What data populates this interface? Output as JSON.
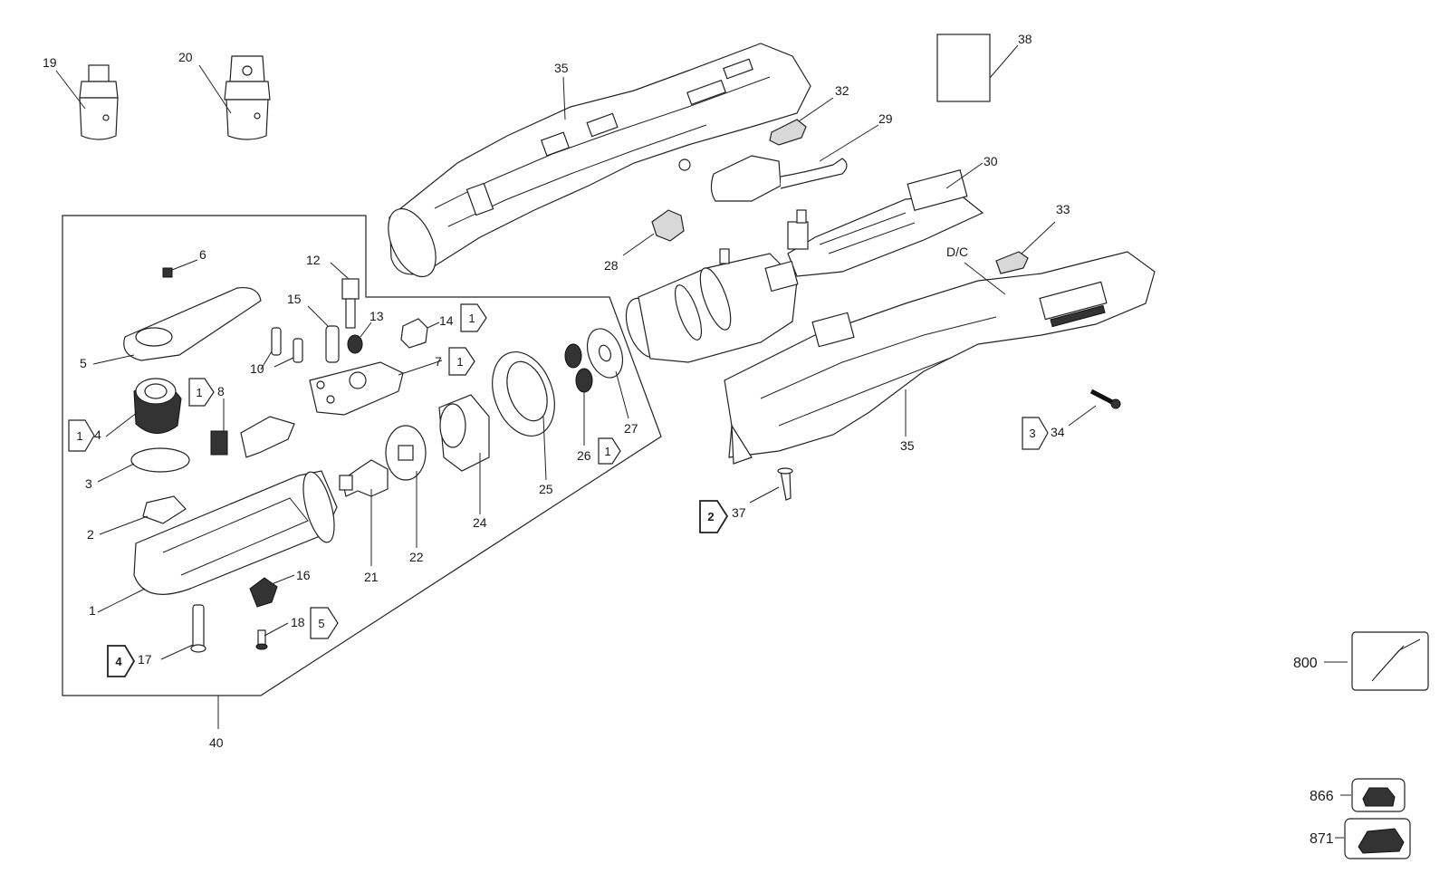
{
  "callouts": {
    "c1": "1",
    "c2": "2",
    "c3": "3",
    "c4": "4",
    "c5": "5",
    "c6": "6",
    "c7": "7",
    "c8": "8",
    "c10": "10",
    "c12": "12",
    "c13": "13",
    "c14": "14",
    "c15": "15",
    "c16": "16",
    "c17": "17",
    "c18": "18",
    "c19": "19",
    "c20": "20",
    "c21": "21",
    "c22": "22",
    "c24": "24",
    "c25": "25",
    "c26": "26",
    "c27": "27",
    "c28": "28",
    "c29": "29",
    "c30": "30",
    "c32": "32",
    "c33": "33",
    "c34": "34",
    "c35a": "35",
    "c35b": "35",
    "c37": "37",
    "c38": "38",
    "c40": "40",
    "dc": "D/C",
    "c800": "800",
    "c866": "866",
    "c871": "871"
  },
  "tags": {
    "t14": "1",
    "t7": "1",
    "t8": "1",
    "t4": "1",
    "t26": "1",
    "t18": "5",
    "t17": "4",
    "t37": "2",
    "t34": "3"
  }
}
